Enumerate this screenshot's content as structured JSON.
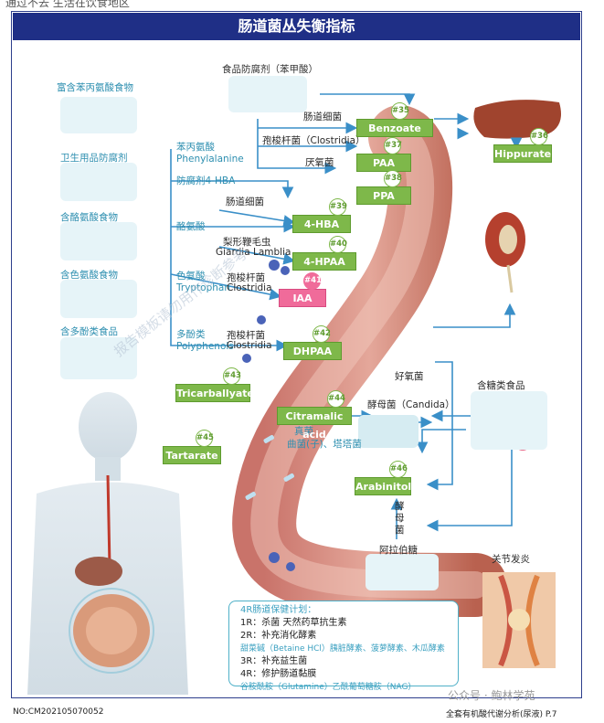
{
  "page": {
    "top_caption": "通过不去  生活在饮食地区",
    "title": "肠道菌丛失衡指标",
    "footer_left": "NO:CM202105070052",
    "footer_right": "全套有机酸代谢分析(尿液)  P.7",
    "watermark_bottom": "公众号 · 鲍林学苑",
    "watermark_diag": "报告模板请勿用作诊断参考"
  },
  "food_sources": [
    {
      "label": "富含苯丙氨酸食物"
    },
    {
      "label": "卫生用品防腐剂"
    },
    {
      "label": "含酪氨酸食物"
    },
    {
      "label": "含色氨酸食物"
    },
    {
      "label": "含多酚类食品"
    }
  ],
  "top_source": {
    "label": "食品防腐剂（苯甲酸）"
  },
  "left_labels": {
    "phe_cn": "苯丙氨酸",
    "phe_en": "Phenylalanine",
    "preservative": "防腐剂4-HBA",
    "tyr": "酪氨酸",
    "trp_cn": "色氨酸",
    "trp_en": "Tryptophan",
    "poly_cn": "多酚类",
    "poly_en": "Polyphenols"
  },
  "bacteria_labels": {
    "gut1": "肠道细菌",
    "clostridia": "孢梭杆菌（Clostridia）",
    "anaerobe": "厌氧菌",
    "gut2": "肠道细菌",
    "giardia_cn": "梨形鞭毛虫",
    "giardia_en": "Giardia Lamblia",
    "clost_cn": "孢梭杆菌",
    "clost_en": "Clostridia",
    "clost2_cn": "孢梭杆菌",
    "clost2_en": "Clostridia",
    "good": "好氧菌",
    "yeast": "酵母菌（Candida）",
    "yeast_vertical": "酵母菌",
    "fungus_line1": "真菌",
    "fungus_line2": "曲菌(子)、塔塔菌",
    "arabinose": "阿拉伯糖",
    "sugar_foods": "含糖类食品",
    "arthritis": "关节发炎"
  },
  "markers": [
    {
      "num": "#35",
      "name": "Benzoate"
    },
    {
      "num": "#37",
      "name": "PAA"
    },
    {
      "num": "#38",
      "name": "PPA"
    },
    {
      "num": "#39",
      "name": "4-HBA"
    },
    {
      "num": "#40",
      "name": "4-HPAA"
    },
    {
      "num": "#41",
      "name": "IAA"
    },
    {
      "num": "#42",
      "name": "DHPAA"
    },
    {
      "num": "#43",
      "name": "Tricarballyate"
    },
    {
      "num": "#44",
      "name": "Citramalic acid"
    },
    {
      "num": "#45",
      "name": "Tartarate"
    },
    {
      "num": "#46",
      "name": "Arabinitol"
    },
    {
      "num": "#36",
      "name": "Hippurate"
    }
  ],
  "plan": {
    "title": "4R肠道保健计划：",
    "lines": [
      "1R：杀菌 天然药草抗生素",
      "2R：补充消化酵素",
      "甜菜碱（Betaine HCl）胰脏酵素、菠萝酵素、木瓜酵素",
      "3R：补充益生菌",
      "4R：修护肠道黏膜",
      "谷胺酰胺（Glutamine）乙酰葡萄糖胺（NAG）"
    ]
  },
  "colors": {
    "header": "#1f2f86",
    "green": "#7eb84a",
    "pink": "#f06b9a",
    "arrow": "#3a8fc8",
    "label_blue": "#2e8fb0"
  }
}
